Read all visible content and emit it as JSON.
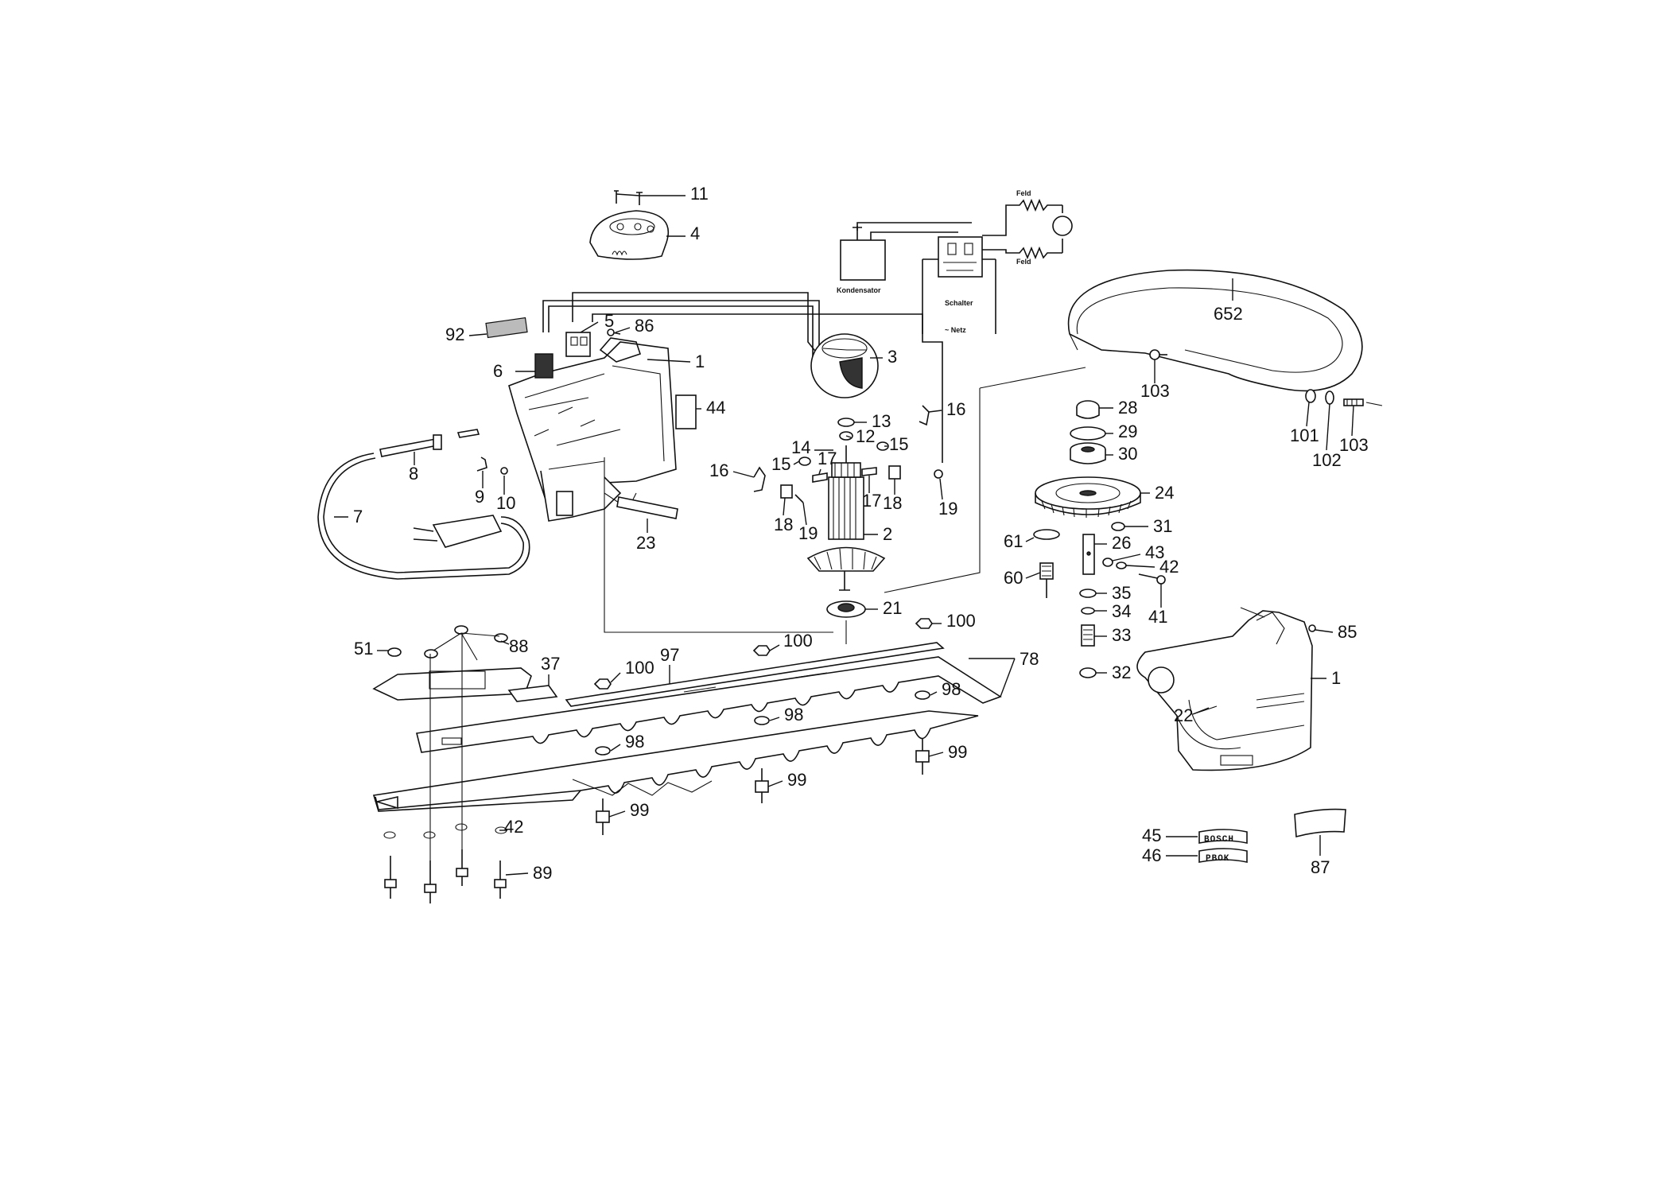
{
  "diagram": {
    "part_numbers": [
      "11",
      "4",
      "92",
      "5",
      "86",
      "1",
      "6",
      "3",
      "44",
      "8",
      "7",
      "9",
      "10",
      "16",
      "13",
      "12",
      "14",
      "15",
      "17",
      "18",
      "19",
      "2",
      "23",
      "21",
      "652",
      "103",
      "101",
      "102",
      "28",
      "29",
      "30",
      "24",
      "31",
      "61",
      "26",
      "43",
      "42",
      "41",
      "60",
      "35",
      "34",
      "33",
      "32",
      "85",
      "22",
      "51",
      "88",
      "37",
      "100",
      "97",
      "78",
      "98",
      "99",
      "89",
      "45",
      "46",
      "87"
    ],
    "wiring_labels": {
      "feld_top": "Feld",
      "feld_bottom": "Feld",
      "kondensator": "Kondensator",
      "schalter": "Schalter",
      "netz": "~ Netz"
    },
    "badges": {
      "bosch": "BOSCH",
      "pbok": "PBOK"
    }
  }
}
